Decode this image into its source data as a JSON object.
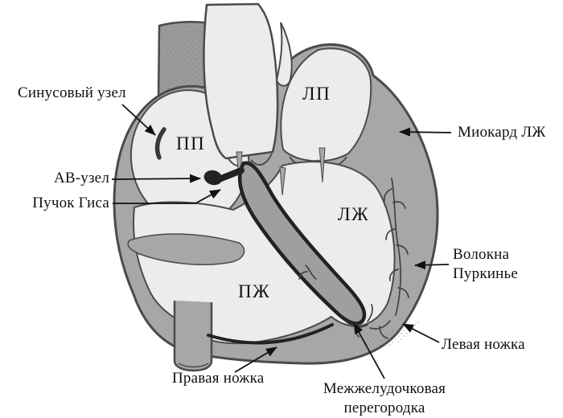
{
  "diagram": {
    "chamber_labels": {
      "right_atrium": "ПП",
      "left_atrium": "ЛП",
      "left_ventricle": "ЛЖ",
      "right_ventricle": "ПЖ"
    },
    "callouts": {
      "sinus_node": "Синусовый узел",
      "av_node": "АВ-узел",
      "his_bundle": "Пучок Гиса",
      "lv_myocardium": "Миокард ЛЖ",
      "purkinje_fibers": "Волокна\nПуркинье",
      "left_branch": "Левая ножка",
      "right_branch": "Правая ножка",
      "septum": "Межжелудочковая\nперегородка"
    },
    "colors": {
      "background": "#ffffff",
      "myocardium": "#a7a7a7",
      "chamber": "#ececec",
      "vessel_dark": "#9a9a9a",
      "septum_fill": "#9f9f9f",
      "conduction": "#222222",
      "outline": "#4b4b4b",
      "label_text": "#111111"
    }
  }
}
